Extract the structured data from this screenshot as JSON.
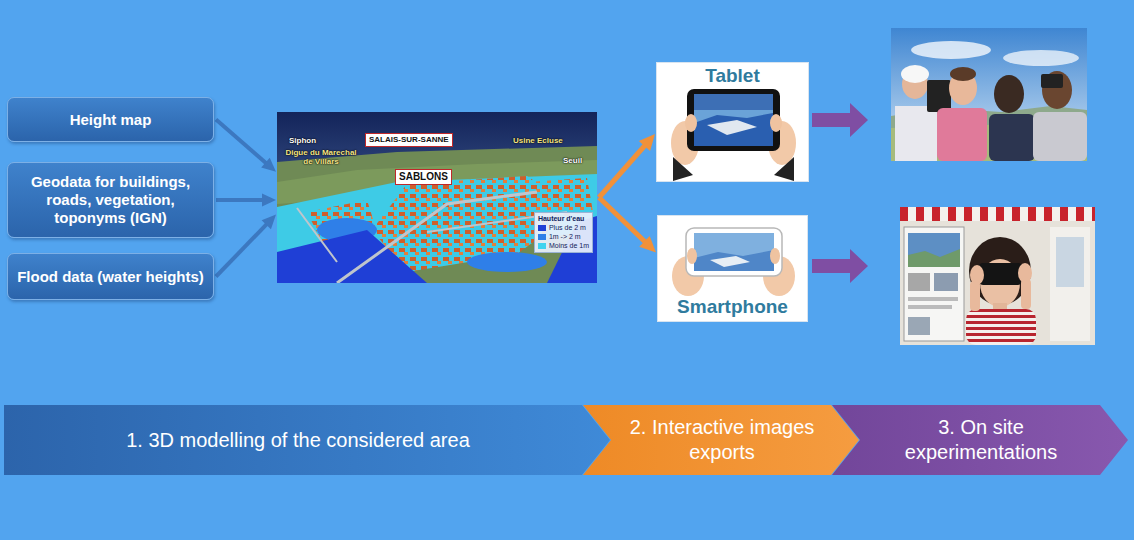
{
  "diagram": {
    "nodes": [
      {
        "text": [
          "Height map"
        ]
      },
      {
        "text": [
          "Geodata for buildings, roads, vegetation, toponyms (IGN)"
        ]
      },
      {
        "text": [
          "Flood data (water heights)"
        ]
      },
      {
        "text": [
          "Siphon",
          "Digue du Marechal de Villars",
          "Usine Ecluse",
          "Seuil"
        ]
      },
      {
        "text": [
          "SALAIS-SUR-SANNE"
        ],
        "in": 3
      },
      {
        "text": [
          "SABLONS"
        ],
        "in": 3
      },
      {
        "text": [
          "Tablet"
        ]
      },
      {
        "text": [
          "Smartphone"
        ]
      },
      {
        "text": [
          "1. 3D modelling of the considered area"
        ]
      },
      {
        "text": [
          "2. Interactive images exports"
        ]
      },
      {
        "text": [
          "3. On site experimentations"
        ]
      }
    ],
    "edges": [
      {
        "from": 0,
        "to": 3,
        "arrow": "to"
      },
      {
        "from": 1,
        "to": 3,
        "arrow": "to"
      },
      {
        "from": 2,
        "to": 3,
        "arrow": "to"
      },
      {
        "from": 3,
        "to": 6,
        "arrow": "to"
      },
      {
        "from": 3,
        "to": 7,
        "arrow": "to"
      }
    ],
    "labels": [
      "Hauteur d'eau"
    ],
    "legend": [
      {
        "text": "Plus de 2 m",
        "color": "#1f3fd6"
      },
      {
        "text": "1m -> 2 m",
        "color": "#2f7fe8"
      },
      {
        "text": "Moins de 1m",
        "color": "#3fd3ef"
      }
    ]
  }
}
